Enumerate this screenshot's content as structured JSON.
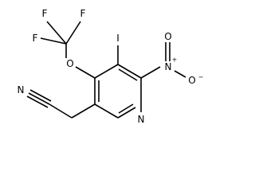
{
  "colors": {
    "background": "#ffffff",
    "ink": "#000000"
  },
  "molecule": {
    "atoms": {
      "f_top_left": "F",
      "f_top_right": "F",
      "f_left": "F",
      "o_ether": "O",
      "iodine": "I",
      "n_nitro": "N",
      "n_nitro_charge": "+",
      "o_nitro_top": "O",
      "o_nitro_right": "O",
      "o_nitro_right_charge": "−",
      "n_ring": "N",
      "n_nitrile": "N"
    }
  }
}
